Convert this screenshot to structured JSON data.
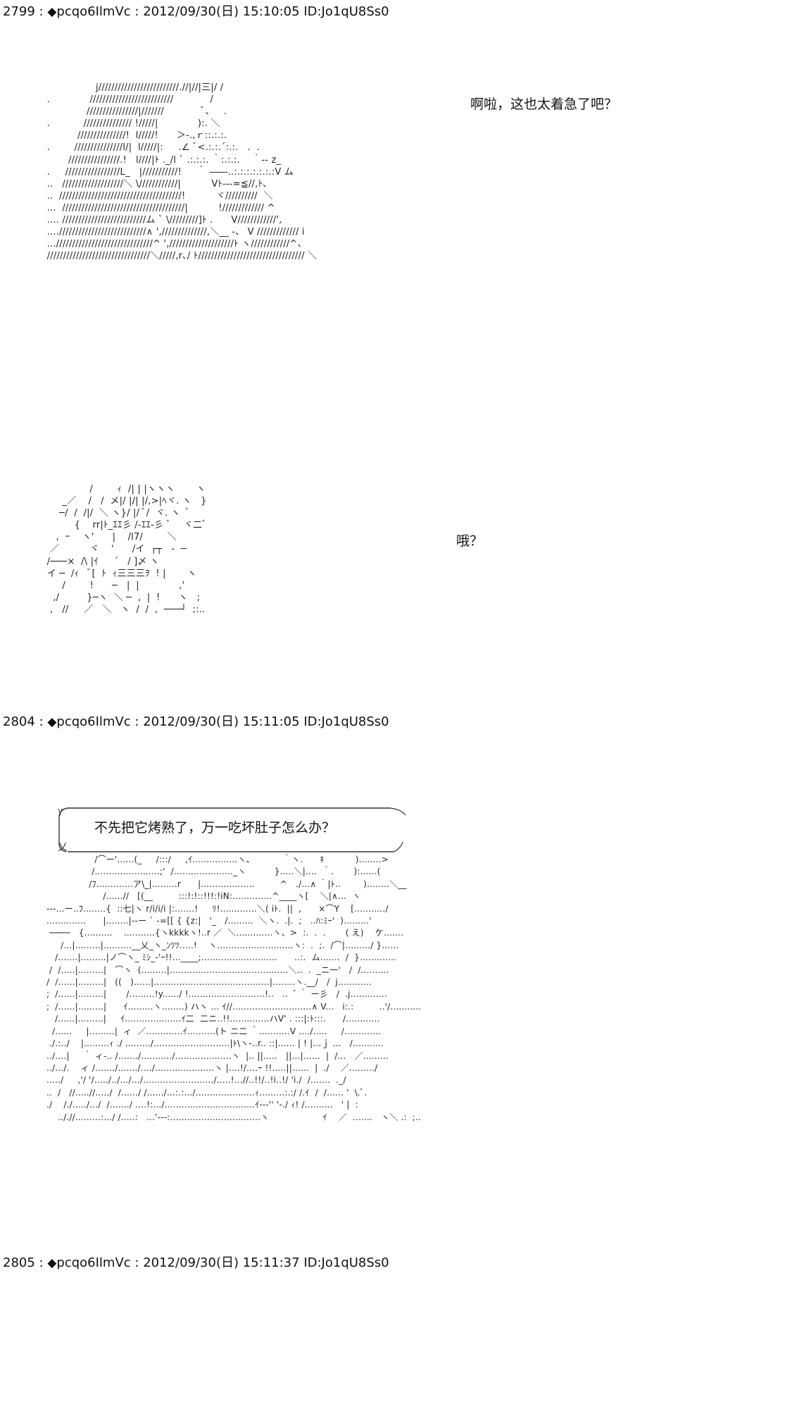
{
  "posts": [
    {
      "number": "2799",
      "author": "pcqo6IlmVc",
      "date": "2012/09/30(日)",
      "time": "15:10:05",
      "id": "ID:Jo1qU8Ss0"
    },
    {
      "number": "2804",
      "author": "pcqo6IlmVc",
      "date": "2012/09/30(日)",
      "time": "15:11:05",
      "id": "ID:Jo1qU8Ss0"
    },
    {
      "number": "2805",
      "author": "pcqo6IlmVc",
      "date": "2012/09/30(日)",
      "time": "15:11:37",
      "id": "ID:Jo1qU8Ss0"
    }
  ],
  "dialogue": {
    "line1": "啊啦，这也太着急了吧？",
    "line2": "哦？",
    "line3": "不先把它烤熟了，万一吃坏肚子怎么办？"
  },
  "ascii_art": {
    "art1": "                  j/////////////////////////.//|//|三|/ /\n  .             //////////////////////////            /\n               ////////////////|///////            ﾞ、   .\n  .           /////////////// !/////|             ):. ＼\n            ///////////////!  l/////!      ＞-.,ｒ::.:.:.\n  .        ///////////////l/|  l/////|:     .∠ ﾞ<.:.:.´:.:.   .  .\n         ////////////////.!   l////|ﾄ ._/l ` .:.:.:. ｀:.:.:.    ｀-- z_\n  .     /////////////////L_   |///////////!     ｀ ――..:.:.:.:.:.:.:V ム\n  ..   ///////////////////＼ \\////////////|          Vﾄ---=≦//,ﾄ、\n  ..  //////////////////////////////////////!          ヾ//////////  ＼\n  ...  //////////////////////////////////////|          !///////////// ^\n  .... //////////////////////////ム ` \\/////////]ﾄ .      V////////////',\n  ....///////////////////////////∧ ',//////////////,＼__ -、 V ///////////// i\n  ...//////////////////////////////^ ',////////////////////ﾄ ヽ////////////^、\n  ////////////////////////////////＼/////,r､/ ﾄ///////////////////////////////// ＼",
    "art2": "                /        ｨ  /| | |ヽヽヽ       ヽ\n       _／    /   /  メ|/ |/| |/,>|ﾍヾ. ヽ   }\n      ─/  /  /|/  ＼ ヽ}/ |/ ﾞ/  ヾ. ヽ  ﾞ\n           {    rr|ﾄ_ｴｴ彡 /-ｴｴ-彡 ﾞ 　ヾ二ﾞ\n     ,  ｰ    ヽ'      |    /l7/        ＼\n   ／          ヾ    '      /イ  ┌┬   ‐  ─\n  /───×  /\\ |ｲ     ´   / ]〆 ヽ\n  イ ─  /ｨ   ﾞ[  ﾄ  ｨ三三三ｦ  ! |       ヽ\n       /        !      ─   |  |             ,'\n    ,/         }─ヽ  ＼ ─  ,  |  !      ヽ   ;\n   ,   //     ／   ＼   ヽ  /  /  ,  ───┘  ;:..",
    "art3": "                   /⌒ー'......(_     /:::/     ,ｲ................ヽ、          ｀ヽ.      ｷ           )........>\n                  /.......................;'  /....................._ヽ          }.....＼|....  ｀.       ):......(\n                 /ﾌ.............ア\\_|.........r      |...................         ^   ./...∧ ｀|ﾄ..        )........＼__\n                      /......//   [(__         :::!:!::!!!:!iN:..............^____ヽ[    ＼|∧...  ヽ\n  ---...ー..ﾌ........{  ::七|ヽ r/i/i/i |:.......!     ﾘ!.............＼( iﾄ.  ||  ,      ×⌒Y    [.........../\n  ..............      |........|--ー ` -=[[ { {z:|   '_   /.........  ＼ヽ.  .|.  ;   ..ﾊ:ﾐｰ'  ).........'\n   ────   {..........    ...........{ヽkkkkヽ!..r ／  ＼.............ヽ、>  :.  .  .       ( え)    ケ.......\n       /...|.........|..........__乂_ヽ_ﾝﾂﾂ.....!    ヽ...........................ヽ:  .  ;.  /⌒|........./ }......\n     /.......|.........|ノ⌒ヽ_ ﾐｼ_-'ｰ!!...____;...........................      ..:.  ム.......  /  }.............\n   /  /.....|.........|   ⌒ヽ  (.........|..........................................＼..  .  _ニ一'   /  /..........\n  /  /......|.........|   ((   )......|.........................................|........ヽ.__/   /  j............\n  ;  /......|.........|       /.........!y....../ !...........................!..   ..   ̄ ｀ ー彡   /  .j.............\n  ;  /......|.........|      ｲ.........ヽ........) ハヽ ... ｲ//............................∧ V...   i:.:         ..'/...........\n     /......|.........|     ｲ....................ｲ二  二ニ..!!..............ハV' . :::|:ﾄ:::.      /............\n    /......     |.........|  ィ  ／.............ｲ..........(ト ニ二 ｀...........V ..../.....     /.............\n   ./.:../    |.........ｨ ./ ........./...........................|ﾄ\\ヽ-..r.. ::|...... | ! |...ｊ ...   /...........\n  ../....|     ｀ ィ-.. /......./.........../....................ヽ  |.. ||.....   ||...|......  |  /...   ／.........\n  ../.../.    ィ /......./......./..../.....................ヽ |....!/....ｰ !!.....||......  |  ./    ／........./\n  ...../     ,'/ '/...../../.../.../........................./.....!...//..!!/..!i..!/ 'i./  /.......  ._/\n  ..  /   //.....//...../  /....../ /....../...:.:.../.....................ｨ.........:.:/ /.ｲ  /  /...... '  \\.ﾞ.\n  ./    /./...../.../  /......./ ....!:.../................................ｲ---'' '-./ ｨ! /..........   ' |  :\n      .././/.........:.../ /.....:   ...'---:................................ヽ                   ｲ    ／  .......   ヽ＼ .:  ;.."
  }
}
